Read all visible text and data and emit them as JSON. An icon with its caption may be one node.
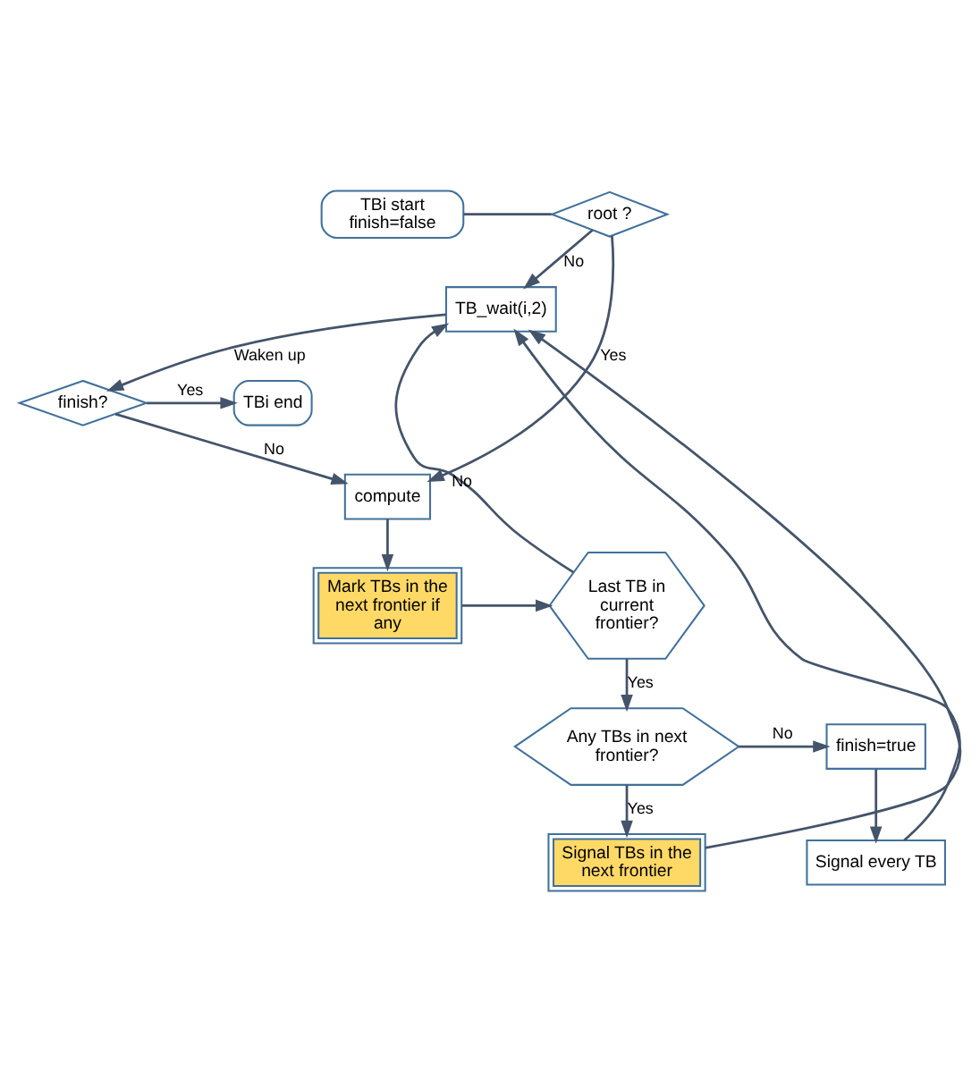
{
  "diagram": {
    "nodes": [
      {
        "text": [
          "TBi start finish=false"
        ]
      },
      {
        "text": [
          "root ?"
        ]
      },
      {
        "text": [
          "TB_wait(i,2)"
        ]
      },
      {
        "text": [
          "finish?"
        ]
      },
      {
        "text": [
          "TBi end"
        ]
      },
      {
        "text": [
          "compute"
        ]
      },
      {
        "text": [
          "Mark TBs in the next frontier if any"
        ]
      },
      {
        "text": [
          "Last TB in current frontier?"
        ]
      },
      {
        "text": [
          "Any TBs in next frontier?"
        ]
      },
      {
        "text": [
          "finish=true"
        ]
      },
      {
        "text": [
          "Signal every TB"
        ]
      },
      {
        "text": [
          "Signal TBs in the next frontier"
        ]
      }
    ],
    "edges": [
      {
        "from": 0,
        "to": 1,
        "arrow": "none"
      },
      {
        "from": 1,
        "to": 2,
        "label": "No",
        "arrow": "to"
      },
      {
        "from": 1,
        "to": 5,
        "label": "Yes",
        "arrow": "to"
      },
      {
        "from": 2,
        "to": 3,
        "label": "Waken up",
        "arrow": "to"
      },
      {
        "from": 3,
        "to": 4,
        "label": "Yes",
        "arrow": "to"
      },
      {
        "from": 3,
        "to": 5,
        "label": "No",
        "arrow": "to"
      },
      {
        "from": 5,
        "to": 6,
        "arrow": "to"
      },
      {
        "from": 6,
        "to": 7,
        "arrow": "to"
      },
      {
        "from": 7,
        "to": 8,
        "label": "Yes",
        "arrow": "to"
      },
      {
        "from": 7,
        "to": 2,
        "label": "No",
        "arrow": "to"
      },
      {
        "from": 8,
        "to": 9,
        "label": "No",
        "arrow": "to"
      },
      {
        "from": 8,
        "to": 11,
        "label": "Yes",
        "arrow": "to"
      },
      {
        "from": 9,
        "to": 10,
        "arrow": "to"
      },
      {
        "from": 10,
        "to": 2,
        "arrow": "to"
      },
      {
        "from": 11,
        "to": 2,
        "arrow": "to"
      }
    ]
  }
}
